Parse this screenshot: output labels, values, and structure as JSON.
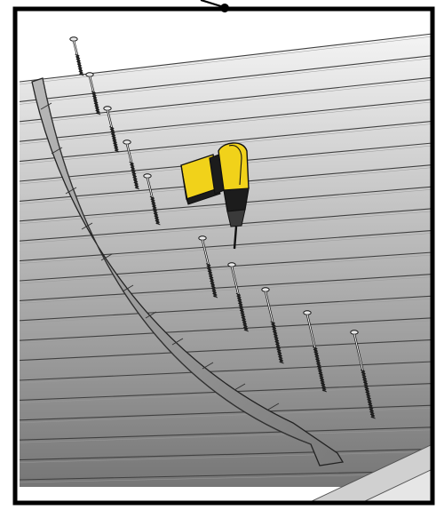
{
  "illustration": {
    "subject": "drill-driving-screws-through-curved-trim-strip-into-horizontal-siding",
    "colors": {
      "frame": "#000000",
      "siding_light": "#f3f3f3",
      "siding_dark": "#6c6c6c",
      "trim": "#8a8a8a",
      "trim_light": "#b4b4b4",
      "drill_body": "#f1d21a",
      "drill_dark": "#1c1c1c",
      "screw_head": "#e9e9e9",
      "screw_thread": "#2a2a2a"
    },
    "screw_count": 10,
    "drill_count": 1
  }
}
